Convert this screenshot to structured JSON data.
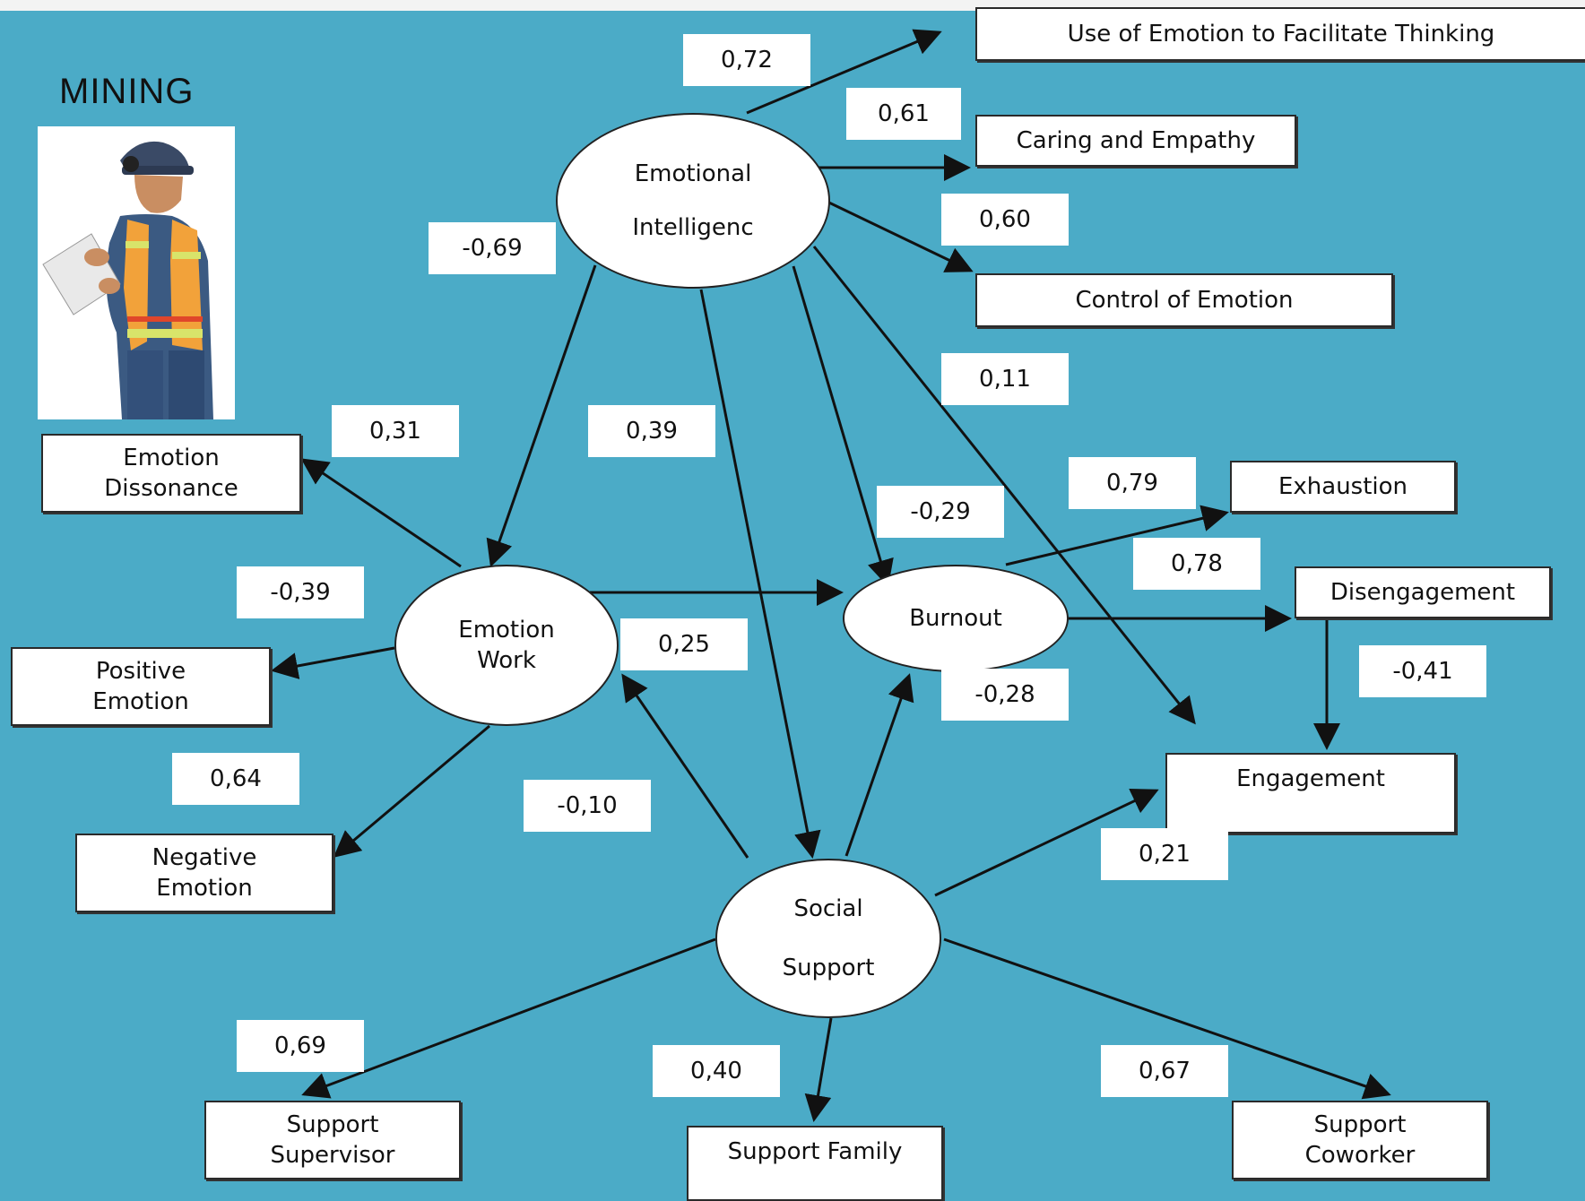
{
  "title": "MINING",
  "image": "mining-worker-photo",
  "constructs": {
    "emotional_intelligence": [
      "Emotional",
      "Intelligenc"
    ],
    "emotion_work": [
      "Emotion",
      "Work"
    ],
    "burnout": [
      "Burnout"
    ],
    "social_support": [
      "Social",
      "Support"
    ]
  },
  "indicators": {
    "use_emotion": "Use of Emotion to Facilitate Thinking",
    "caring_empathy": "Caring and Empathy",
    "control_emotion": "Control of Emotion",
    "emotion_dissonance": [
      "Emotion",
      "Dissonance"
    ],
    "positive_emotion": [
      "Positive",
      "Emotion"
    ],
    "negative_emotion": [
      "Negative",
      "Emotion"
    ],
    "exhaustion": "Exhaustion",
    "disengagement": "Disengagement",
    "engagement": "Engagement",
    "support_supervisor": [
      "Support",
      "Supervisor"
    ],
    "support_family": "Support Family",
    "support_coworker": [
      "Support",
      "Coworker"
    ]
  },
  "coefficients": {
    "ei_use": "0,72",
    "ei_caring": "0,61",
    "ei_control": "0,60",
    "ei_ew": "-0,69",
    "ei_ss": "0,39",
    "ei_engagement": "0,11",
    "ew_dissonance": "0,31",
    "ew_positive": "-0,39",
    "ew_negative": "0,64",
    "ew_burnout": "0,25",
    "ei_burnout": "-0,29",
    "ss_ew": "-0,10",
    "burnout_exhaustion": "0,79",
    "burnout_disengagement": "0,78",
    "ss_burnout": "-0,28",
    "disengagement_engagement": "-0,41",
    "ss_engagement": "0,21",
    "ss_supervisor": "0,69",
    "ss_family": "0,40",
    "ss_coworker": "0,67"
  }
}
